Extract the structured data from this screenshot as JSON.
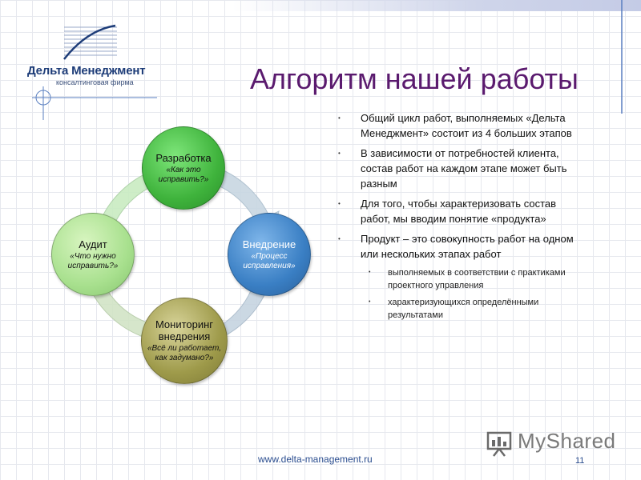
{
  "logo": {
    "name": "Дельта Менеджмент",
    "subtitle": "консалтинговая фирма"
  },
  "slide": {
    "title": "Алгоритм нашей работы"
  },
  "diagram": {
    "nodes": [
      {
        "title": "Разработка",
        "subtitle": "«Как это исправить?»"
      },
      {
        "title": "Внедрение",
        "subtitle": "«Процесс исправления»"
      },
      {
        "title": "Мониторинг внедрения",
        "subtitle": "«Всё ли работает, как задумано?»"
      },
      {
        "title": "Аудит",
        "subtitle": "«Что нужно исправить?»"
      }
    ]
  },
  "bullets": [
    "Общий цикл работ, выполняемых «Дельта Менеджмент» состоит из 4 больших этапов",
    "В зависимости от потребностей клиента, состав работ на каждом этапе может быть разным",
    "Для того, чтобы характеризовать состав работ, мы вводим понятие «продукта»",
    "Продукт – это совокупность работ на одном или нескольких этапах работ"
  ],
  "sub_bullets": [
    "выполняемых в соответствии с практиками проектного управления",
    "характеризующихся определёнными результатами"
  ],
  "footer": {
    "url": "www.delta-management.ru",
    "page_number": "11"
  },
  "watermark": {
    "text": "MyShared"
  },
  "colors": {
    "title": "#5a1a6e",
    "logo": "#1d3c78",
    "node_dev": "#3fb33c",
    "node_impl": "#3a7fc4",
    "node_mon": "#9e9a4a",
    "node_audit": "#a8e08e"
  }
}
